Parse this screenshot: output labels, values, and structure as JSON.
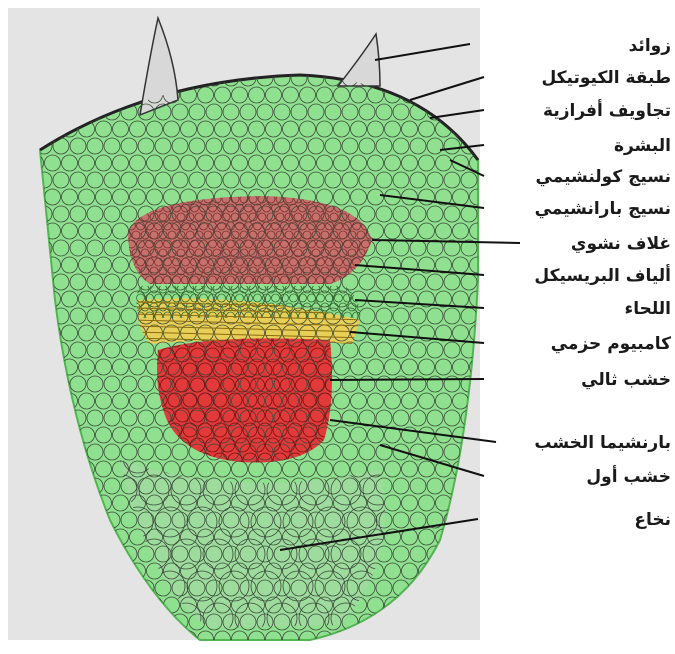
{
  "labels": {
    "l0": "زوائد",
    "l1": "طبقة الكيوتيكل",
    "l2": "تجاويف أفرازية",
    "l3": "البشرة",
    "l4": "نسيج كولنشيمي",
    "l5": "نسيج بارانشيمي",
    "l6": "غلاف نشوي",
    "l7": "ألياف البريسيكل",
    "l8": "اللحاء",
    "l9": "كامبيوم حزمي",
    "l10": "خشب ثالي",
    "l11": "بارنشيما الخشب",
    "l12": "خشب أول",
    "l13": "نخاع"
  },
  "colors": {
    "background_panel": "#e4e4e4",
    "cortex_green": "#8fe08f",
    "dark_green_edge": "#52b552",
    "starch_sheath_red": "#c6716b",
    "pericycle_green": "#8fe08f",
    "cambium_yellow": "#e8cf58",
    "xylem_red": "#e23a3a",
    "pith_green": "#9fdc9f",
    "cell_line": "#3c4a3c"
  }
}
